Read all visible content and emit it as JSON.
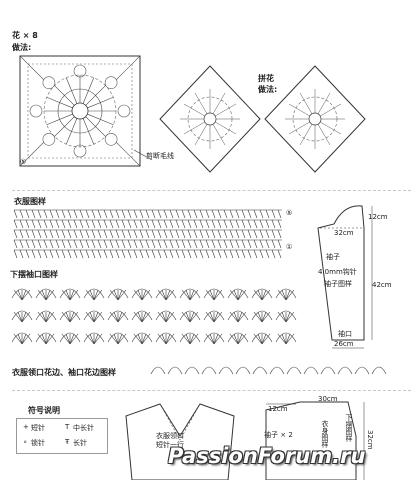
{
  "motif": {
    "title": "花 × 8",
    "method": "做法:",
    "cut_yarn": "剪断毛线",
    "round_mark": "⑤"
  },
  "join": {
    "title": "拼花",
    "method": "做法:"
  },
  "body_chart": {
    "title": "衣服图样",
    "rows": [
      "⑤",
      "①"
    ]
  },
  "hem_chart": {
    "title": "下摆袖口图样"
  },
  "edge_chart": {
    "title": "衣服领口花边、袖口花边图样"
  },
  "sleeve": {
    "width_top": "32cm",
    "right_top": "12cm",
    "height": "42cm",
    "bottom": "26cm",
    "hook": "4.0mm钩针",
    "pattern": "袖子图样",
    "cuff": "袖口",
    "name": "袖子"
  },
  "body": {
    "collar_note": "衣服领口",
    "collar_note2": "短针一行",
    "left_top": "12cm",
    "v": "30cm",
    "sleeve_x2": "袖子 × 2",
    "body_pattern": "衣身图样",
    "hem_pattern": "下摆图样",
    "side": "32cm"
  },
  "legend": {
    "title": "符号说明",
    "items": [
      {
        "sym": "+",
        "name": "短针"
      },
      {
        "sym": "T",
        "name": "中长针"
      },
      {
        "sym": "∘",
        "name": "锁针"
      },
      {
        "sym": "Ŧ",
        "name": "长针"
      }
    ]
  },
  "watermark": "PassionForum.ru"
}
